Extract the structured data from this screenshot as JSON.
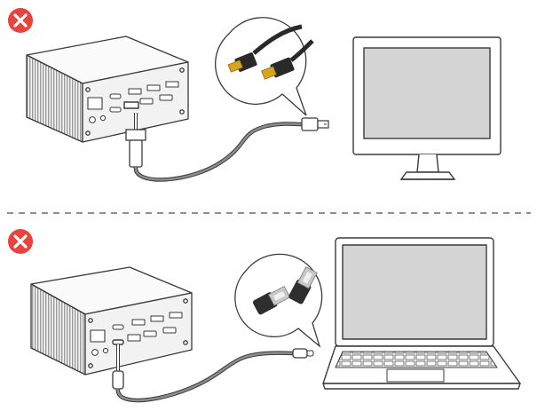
{
  "panels": [
    {
      "status_icon": "error-x-icon",
      "status": "incorrect",
      "source": "docking-station-icon",
      "cable": "displayport-to-usb-c-cable",
      "callout": "hdmi-and-displayport-plugs-icon",
      "target": "desktop-monitor-icon"
    },
    {
      "status_icon": "error-x-icon",
      "status": "incorrect",
      "source": "docking-station-icon",
      "cable": "usb-c-cable",
      "callout": "usb-c-to-usb-a-adapter-icon",
      "target": "laptop-icon"
    }
  ],
  "colors": {
    "error_red": "#e8433c",
    "line": "#3a3a3a",
    "screen": "#d4d4d4",
    "dock_face": "#f2f2f2",
    "dock_grille": "#9a9a9a"
  }
}
